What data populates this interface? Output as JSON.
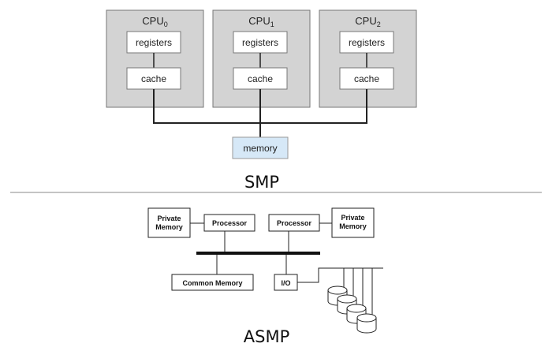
{
  "smp": {
    "cpus": [
      {
        "name": "CPU",
        "sub": "0",
        "registers": "registers",
        "cache": "cache"
      },
      {
        "name": "CPU",
        "sub": "1",
        "registers": "registers",
        "cache": "cache"
      },
      {
        "name": "CPU",
        "sub": "2",
        "registers": "registers",
        "cache": "cache"
      }
    ],
    "memory": "memory",
    "title": "SMP",
    "colors": {
      "cpu_fill": "#d3d3d3",
      "memory_fill": "#d6e8f7"
    }
  },
  "asmp": {
    "private_memory_left": [
      "Private",
      "Memory"
    ],
    "processor_left": "Processor",
    "processor_right": "Processor",
    "private_memory_right": [
      "Private",
      "Memory"
    ],
    "common_memory": "Common Memory",
    "io": "I/O",
    "title": "ASMP"
  }
}
